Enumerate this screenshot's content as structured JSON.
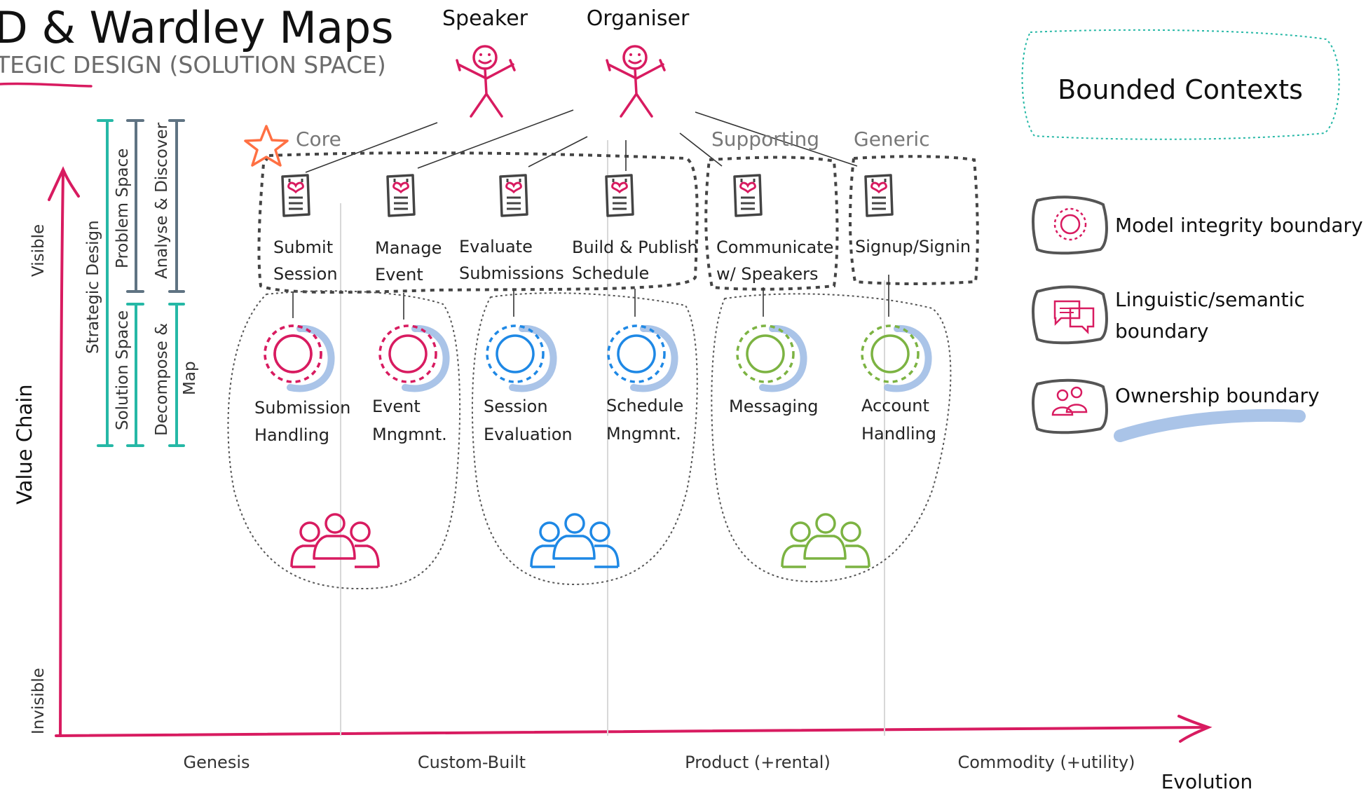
{
  "header": {
    "title": "D & Wardley Maps",
    "subtitle": "TEGIC DESIGN (SOLUTION SPACE)"
  },
  "actors": [
    {
      "label": "Speaker"
    },
    {
      "label": "Organiser"
    }
  ],
  "categories": {
    "core": "Core",
    "supporting": "Supporting",
    "generic": "Generic"
  },
  "phases": {
    "strategic_design": "Strategic Design",
    "problem_space": "Problem Space",
    "solution_space": "Solution Space",
    "analyse_discover": "Analyse & Discover",
    "decompose_map_1": "Decompose &",
    "decompose_map_2": "Map"
  },
  "axes": {
    "y_title": "Value Chain",
    "y_top": "Visible",
    "y_bottom": "Invisible",
    "x_title": "Evolution",
    "stages": [
      "Genesis",
      "Custom-Built",
      "Product (+rental)",
      "Commodity (+utility)"
    ]
  },
  "needs": [
    {
      "l1": "Submit",
      "l2": "Session"
    },
    {
      "l1": "Manage",
      "l2": "Event"
    },
    {
      "l1": "Evaluate",
      "l2": "Submissions"
    },
    {
      "l1": "Build & Publish",
      "l2": "Schedule"
    },
    {
      "l1": "Communicate",
      "l2": "w/ Speakers"
    },
    {
      "l1": "Signup/Signin",
      "l2": ""
    }
  ],
  "contexts": [
    {
      "l1": "Submission",
      "l2": "Handling"
    },
    {
      "l1": "Event",
      "l2": "Mngmnt."
    },
    {
      "l1": "Session",
      "l2": "Evaluation"
    },
    {
      "l1": "Schedule",
      "l2": "Mngmnt."
    },
    {
      "l1": "Messaging",
      "l2": ""
    },
    {
      "l1": "Account",
      "l2": "Handling"
    }
  ],
  "legend": {
    "title": "Bounded Contexts",
    "model_integrity": "Model integrity boundary",
    "linguistic_1": "Linguistic/semantic",
    "linguistic_2": "boundary",
    "ownership": "Ownership boundary"
  },
  "colors": {
    "magenta": "#d81b60",
    "blue": "#1e88e5",
    "green": "#7cb342",
    "teal": "#26b8a6",
    "slate": "#5f7382",
    "shadow": "#aac4e8",
    "star": "#ff7043",
    "ink": "#333333"
  }
}
